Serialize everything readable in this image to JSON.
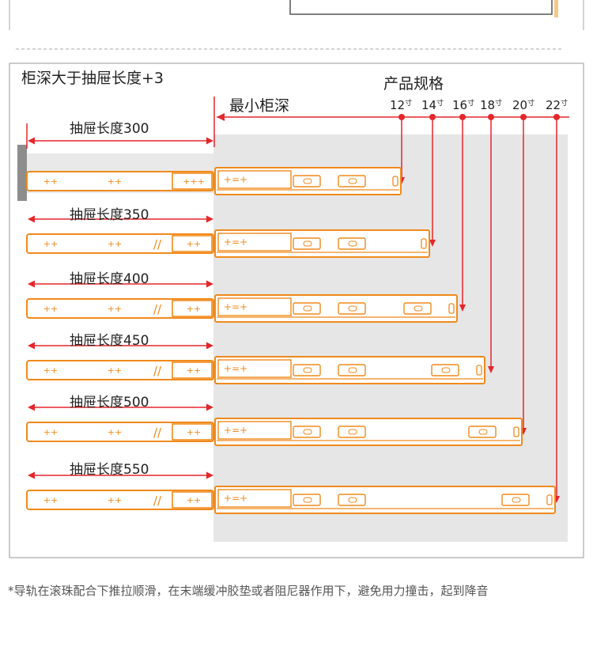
{
  "labels": {
    "cabinet_depth_rule": "柜深大于抽屉长度+3",
    "product_spec": "产品规格",
    "min_cabinet_depth": "最小柜深",
    "footnote": "*导轨在滚珠配合下推拉顺滑，在末端缓冲胶垫或者阻尼器作用下，避免用力撞击，起到降音"
  },
  "sizes": [
    {
      "value": "12",
      "unit": "寸"
    },
    {
      "value": "14",
      "unit": "寸"
    },
    {
      "value": "16",
      "unit": "寸"
    },
    {
      "value": "18",
      "unit": "寸"
    },
    {
      "value": "20",
      "unit": "寸"
    },
    {
      "value": "22",
      "unit": "寸"
    }
  ],
  "drawer_lengths": [
    "抽屉长度300",
    "抽屉长度350",
    "抽屉长度400",
    "抽屉长度450",
    "抽屉长度500",
    "抽屉长度550"
  ],
  "colors": {
    "rail_orange": "#f08a1c",
    "dimension_red": "#e5262b",
    "cabinet_gray": "#e6e6e6",
    "frame_gray": "#9a9a9a",
    "divider_dash": "#bbbbbb"
  }
}
